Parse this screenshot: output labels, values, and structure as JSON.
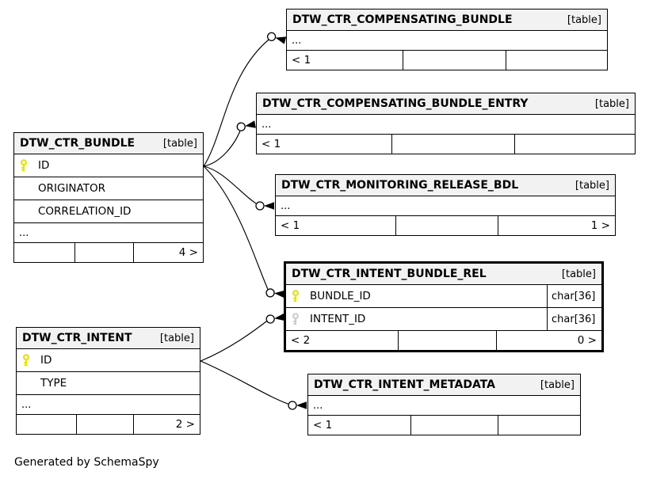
{
  "diagram": {
    "caption": "Generated by SchemaSpy",
    "ellipsis_label": "...",
    "tables": [
      {
        "id": "compensating_bundle",
        "name": "DTW_CTR_COMPENSATING_BUNDLE",
        "tag": "[table]",
        "emphasized": false,
        "fields": [],
        "ellipsis": true,
        "footer": {
          "left": "< 1",
          "right": ""
        }
      },
      {
        "id": "compensating_bundle_entry",
        "name": "DTW_CTR_COMPENSATING_BUNDLE_ENTRY",
        "tag": "[table]",
        "emphasized": false,
        "fields": [],
        "ellipsis": true,
        "footer": {
          "left": "< 1",
          "right": ""
        }
      },
      {
        "id": "monitoring_release_bdl",
        "name": "DTW_CTR_MONITORING_RELEASE_BDL",
        "tag": "[table]",
        "emphasized": false,
        "fields": [],
        "ellipsis": true,
        "footer": {
          "left": "< 1",
          "right": "1 >"
        }
      },
      {
        "id": "intent_bundle_rel",
        "name": "DTW_CTR_INTENT_BUNDLE_REL",
        "tag": "[table]",
        "emphasized": true,
        "fields": [
          {
            "name": "BUNDLE_ID",
            "key": "primary",
            "type": "char[36]"
          },
          {
            "name": "INTENT_ID",
            "key": "foreign",
            "type": "char[36]"
          }
        ],
        "ellipsis": false,
        "footer": {
          "left": "< 2",
          "right": "0 >"
        }
      },
      {
        "id": "intent_metadata",
        "name": "DTW_CTR_INTENT_METADATA",
        "tag": "[table]",
        "emphasized": false,
        "fields": [],
        "ellipsis": true,
        "footer": {
          "left": "< 1",
          "right": ""
        }
      },
      {
        "id": "bundle",
        "name": "DTW_CTR_BUNDLE",
        "tag": "[table]",
        "emphasized": false,
        "fields": [
          {
            "name": "ID",
            "key": "primary",
            "type": ""
          },
          {
            "name": "ORIGINATOR",
            "key": null,
            "type": ""
          },
          {
            "name": "CORRELATION_ID",
            "key": null,
            "type": ""
          }
        ],
        "ellipsis": true,
        "footer": {
          "left": "",
          "right": "4 >"
        }
      },
      {
        "id": "intent",
        "name": "DTW_CTR_INTENT",
        "tag": "[table]",
        "emphasized": false,
        "fields": [
          {
            "name": "ID",
            "key": "primary",
            "type": ""
          },
          {
            "name": "TYPE",
            "key": null,
            "type": ""
          }
        ],
        "ellipsis": true,
        "footer": {
          "left": "",
          "right": "2 >"
        }
      }
    ],
    "relationships": [
      {
        "from": "DTW_CTR_BUNDLE.ID",
        "to": "DTW_CTR_COMPENSATING_BUNDLE"
      },
      {
        "from": "DTW_CTR_BUNDLE.ID",
        "to": "DTW_CTR_COMPENSATING_BUNDLE_ENTRY"
      },
      {
        "from": "DTW_CTR_BUNDLE.ID",
        "to": "DTW_CTR_MONITORING_RELEASE_BDL"
      },
      {
        "from": "DTW_CTR_BUNDLE.ID",
        "to": "DTW_CTR_INTENT_BUNDLE_REL.BUNDLE_ID"
      },
      {
        "from": "DTW_CTR_INTENT.ID",
        "to": "DTW_CTR_INTENT_BUNDLE_REL.INTENT_ID"
      },
      {
        "from": "DTW_CTR_INTENT.ID",
        "to": "DTW_CTR_INTENT_METADATA"
      }
    ]
  },
  "colors": {
    "background": "#ffffff",
    "header_bg": "#f2f2f2",
    "border": "#000000",
    "primary_key": "#e3e300",
    "foreign_key": "#cccccc"
  }
}
